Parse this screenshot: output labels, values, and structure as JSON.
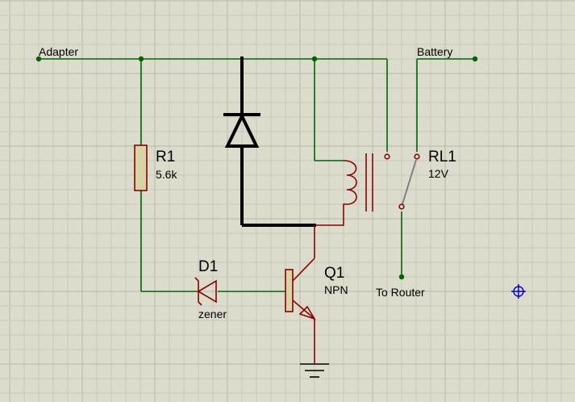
{
  "net_labels": {
    "adapter": "Adapter",
    "battery": "Battery",
    "router": "To Router"
  },
  "components": {
    "resistor": {
      "ref": "R1",
      "value": "5.6k"
    },
    "zener": {
      "ref": "D1",
      "value": "zener"
    },
    "transistor": {
      "ref": "Q1",
      "value": "NPN"
    },
    "relay": {
      "ref": "RL1",
      "value": "12V"
    }
  },
  "colors": {
    "background": "#dcdccc",
    "grid_minor": "#c9c9b9",
    "grid_major": "#b8b8a8",
    "wire": "#006400",
    "component": "#8b0000",
    "resistor_fill": "#d7d5a5",
    "relay_arm": "#808080",
    "bold_component": "#000000",
    "marker": "#0000cc"
  },
  "icons": {
    "cursor_marker": "crosshair-marker-icon"
  }
}
